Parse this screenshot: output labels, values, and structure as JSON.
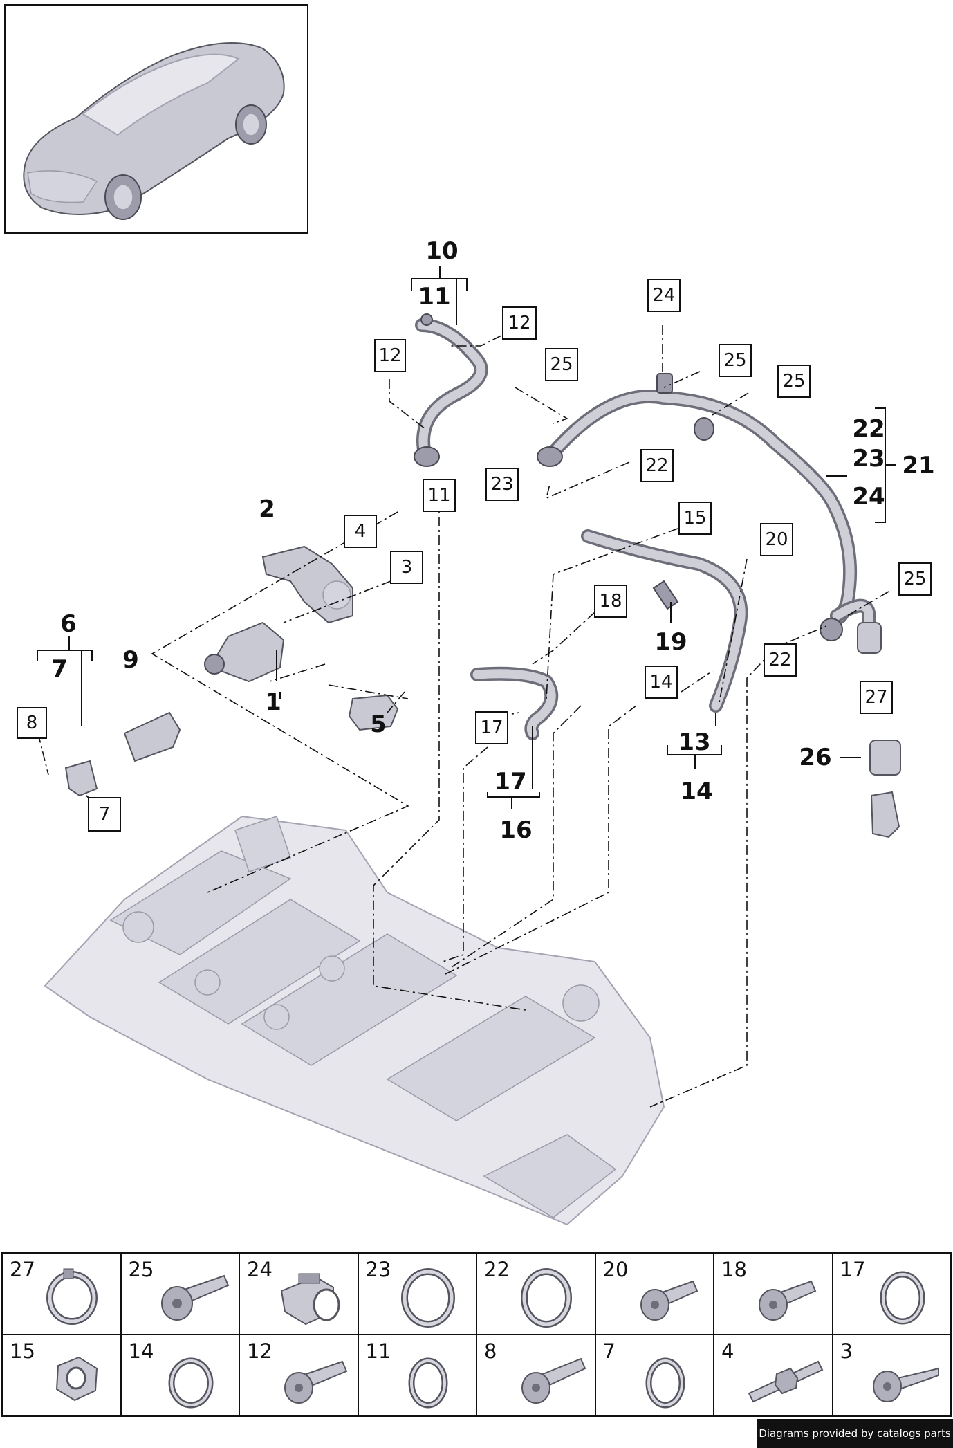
{
  "callouts": {
    "c12a": "12",
    "c12b": "12",
    "c25a": "25",
    "c24": "24",
    "c25b": "25",
    "c25c": "25",
    "c11": "11",
    "c23": "23",
    "c22a": "22",
    "c4": "4",
    "c3": "3",
    "c15": "15",
    "c20": "20",
    "c18": "18",
    "c25d": "25",
    "c22b": "22",
    "c14": "14",
    "c27": "27",
    "c17": "17",
    "c8": "8",
    "c7": "7"
  },
  "labels": {
    "l10": "10",
    "l11": "11",
    "l2": "2",
    "l6": "6",
    "l7": "7",
    "l9": "9",
    "l1": "1",
    "l5": "5",
    "l19": "19",
    "l22": "22",
    "l23": "23",
    "l24": "24",
    "l21": "21",
    "l13": "13",
    "l14": "14",
    "l26": "26",
    "l17": "17",
    "l16": "16"
  },
  "parts_table": {
    "row1": [
      {
        "num": "27",
        "icon": "hose-clamp-icon"
      },
      {
        "num": "25",
        "icon": "bolt-icon"
      },
      {
        "num": "24",
        "icon": "pipe-clip-icon"
      },
      {
        "num": "23",
        "icon": "o-ring-icon"
      },
      {
        "num": "22",
        "icon": "o-ring-icon"
      },
      {
        "num": "20",
        "icon": "bolt-icon"
      },
      {
        "num": "18",
        "icon": "bolt-icon"
      },
      {
        "num": "17",
        "icon": "o-ring-icon"
      }
    ],
    "row2": [
      {
        "num": "15",
        "icon": "hex-nut-icon"
      },
      {
        "num": "14",
        "icon": "o-ring-icon"
      },
      {
        "num": "12",
        "icon": "bolt-icon"
      },
      {
        "num": "11",
        "icon": "o-ring-icon"
      },
      {
        "num": "8",
        "icon": "bolt-icon"
      },
      {
        "num": "7",
        "icon": "o-ring-icon"
      },
      {
        "num": "4",
        "icon": "stud-bolt-icon"
      },
      {
        "num": "3",
        "icon": "screw-icon"
      }
    ]
  },
  "footer": {
    "credit": "Diagrams provided by catalogs parts"
  },
  "colors": {
    "metal": "#c9c9d4",
    "outline": "#111111",
    "engine": "#e6e6ec"
  }
}
